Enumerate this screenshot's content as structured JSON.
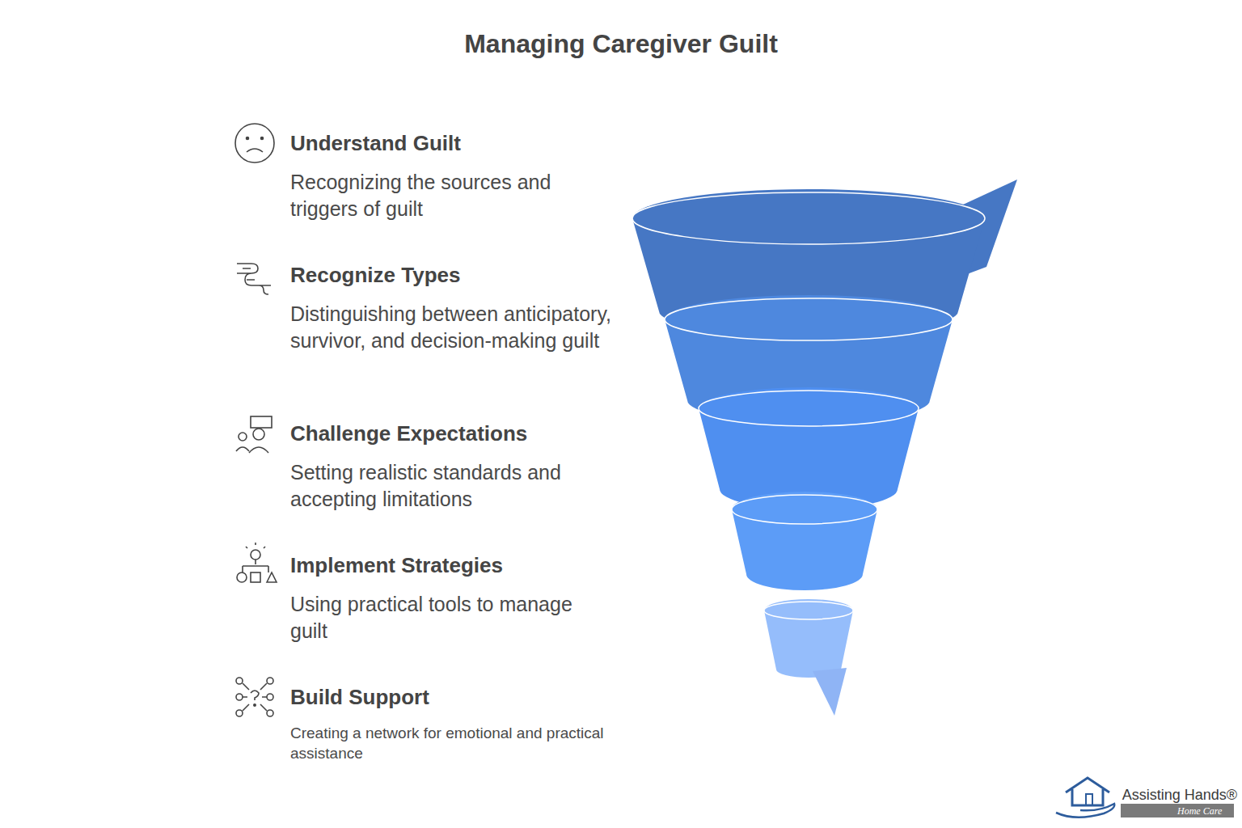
{
  "diagram": {
    "title": "Managing Caregiver Guilt",
    "labels": [
      "Understand Guilt",
      "Recognizing the sources and triggers of guilt",
      "Recognize Types",
      "Distinguishing between anticipatory, survivor, and decision-making guilt",
      "Challenge Expectations",
      "Setting realistic standards and accepting limitations",
      "Implement Strategies",
      "Using practical tools to manage guilt",
      "Build Support",
      "Creating a network for emotional and practical assistance",
      "Assisting Hands®",
      "Home Care"
    ]
  }
}
